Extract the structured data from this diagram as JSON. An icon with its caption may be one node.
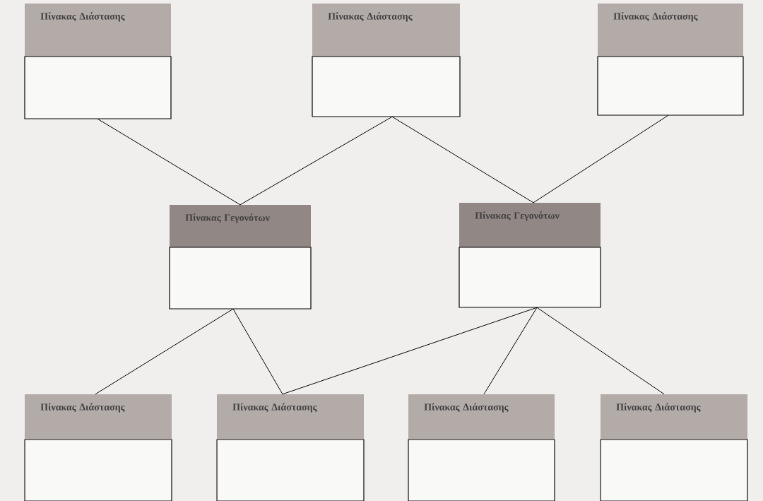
{
  "diagram": {
    "nodes": [
      {
        "text": [
          "Πίνακας Διάστασης"
        ]
      },
      {
        "text": [
          "Πίνακας Διάστασης"
        ]
      },
      {
        "text": [
          "Πίνακας Διάστασης"
        ]
      },
      {
        "text": [
          "Πίνακας Γεγονότων"
        ]
      },
      {
        "text": [
          "Πίνακας Γεγονότων"
        ]
      },
      {
        "text": [
          "Πίνακας Διάστασης"
        ]
      },
      {
        "text": [
          "Πίνακας Διάστασης"
        ]
      },
      {
        "text": [
          "Πίνακας Διάστασης"
        ]
      },
      {
        "text": [
          "Πίνακας Διάστασης"
        ]
      }
    ],
    "edges": [
      {
        "from": 0,
        "to": 3,
        "arrow": "none"
      },
      {
        "from": 1,
        "to": 3,
        "arrow": "none"
      },
      {
        "from": 1,
        "to": 4,
        "arrow": "none"
      },
      {
        "from": 2,
        "to": 4,
        "arrow": "none"
      },
      {
        "from": 3,
        "to": 5,
        "arrow": "none"
      },
      {
        "from": 3,
        "to": 6,
        "arrow": "none"
      },
      {
        "from": 4,
        "to": 6,
        "arrow": "none"
      },
      {
        "from": 4,
        "to": 7,
        "arrow": "none"
      },
      {
        "from": 4,
        "to": 8,
        "arrow": "none"
      }
    ]
  }
}
